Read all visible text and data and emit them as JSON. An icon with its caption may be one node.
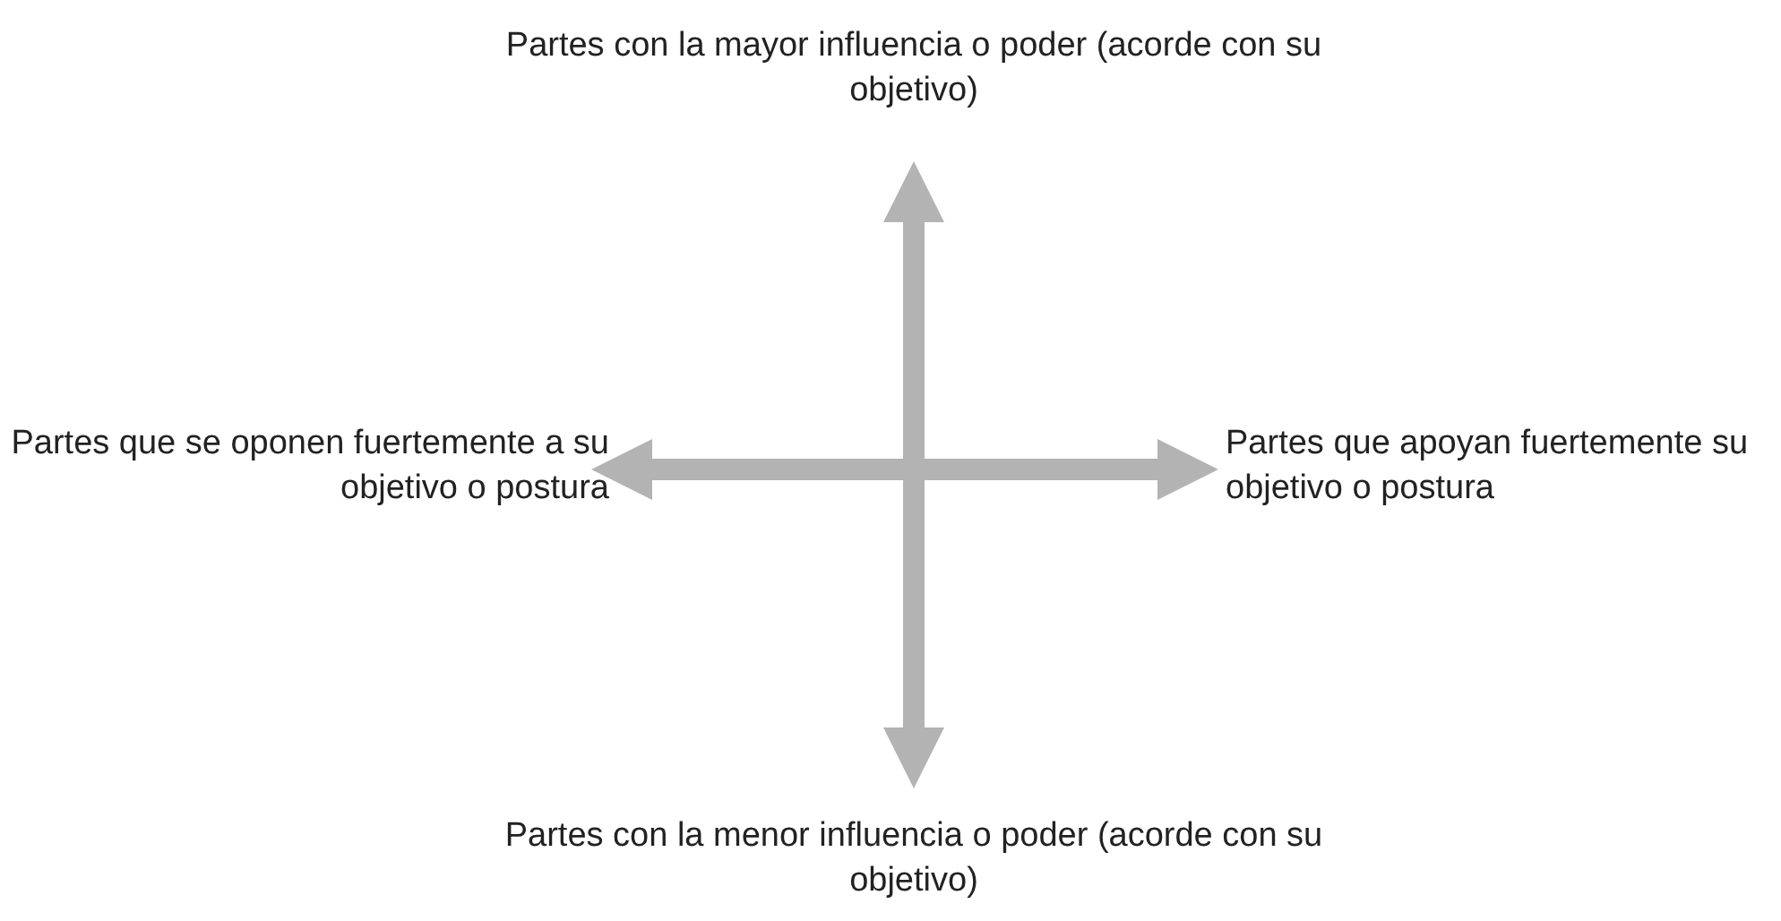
{
  "diagram": {
    "labels": [
      "Partes con la mayor influencia o poder (acorde con su objetivo)",
      "Partes que se oponen fuertemente a su objetivo o postura",
      "Partes que apoyan fuertemente su objetivo o postura",
      "Partes con la menor influencia o poder (acorde con su objetivo)"
    ]
  }
}
